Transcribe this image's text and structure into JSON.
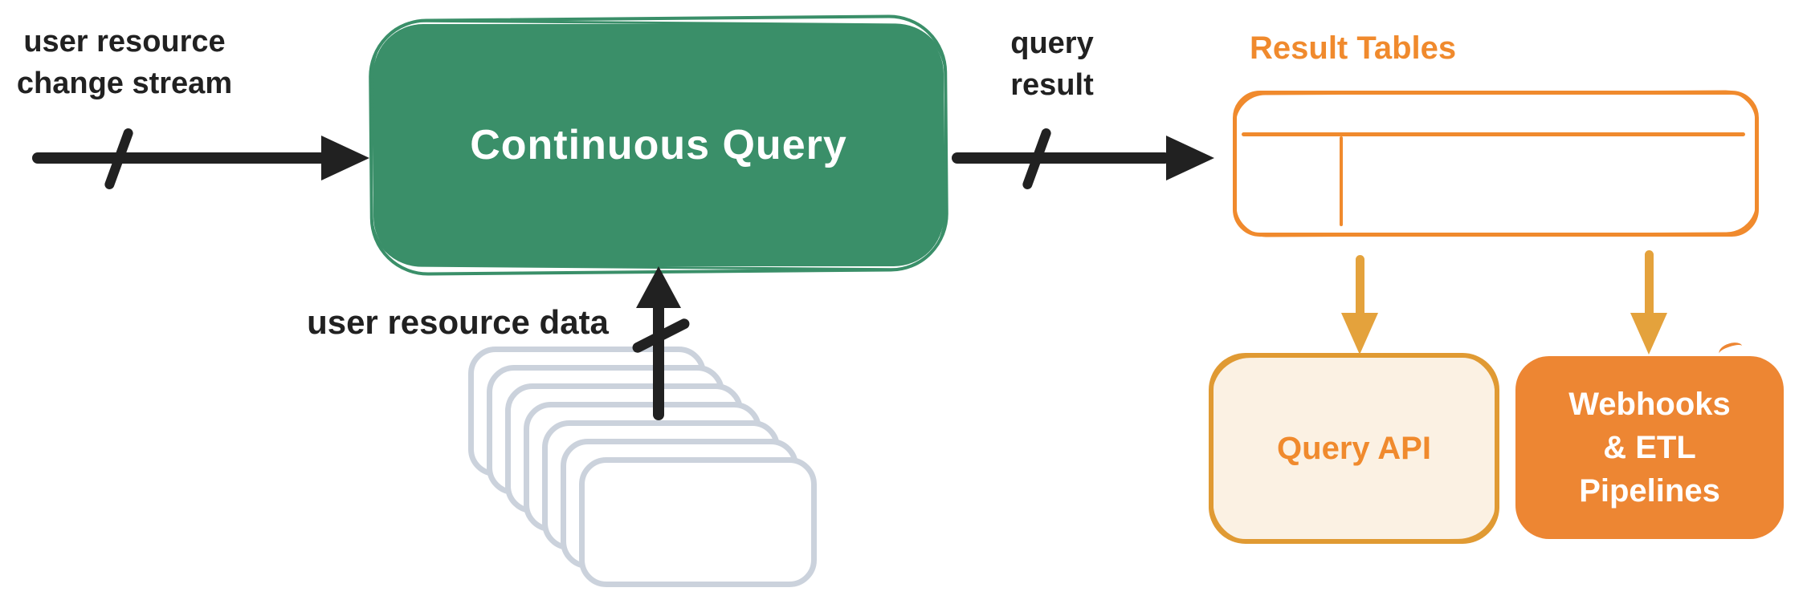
{
  "diagram_title": "",
  "colors": {
    "ink": "#212121",
    "green": "#3A8F69",
    "orange": "#F08A2D",
    "orange_deep": "#ED8633",
    "gold": "#E4A23C",
    "gold_border": "#E09A33",
    "cream": "#FBF1E3",
    "card_gray": "#CBD2DC"
  },
  "nodes": {
    "continuous_query": {
      "label": "Continuous Query",
      "shape": "rounded-box",
      "fill": "green",
      "text_color": "#FFFFFF"
    },
    "result_tables": {
      "title": "Result Tables",
      "shape": "table-sketch",
      "header_rows": 1,
      "body_columns": 2
    },
    "query_api": {
      "label": "Query API",
      "shape": "rounded-box",
      "fill": "cream",
      "text_color": "#F08A2D"
    },
    "webhooks_etl": {
      "label_lines": [
        "Webhooks",
        "& ETL",
        "Pipelines"
      ],
      "shape": "rounded-box",
      "fill": "orange",
      "text_color": "#FFFFFF"
    },
    "source_cards": {
      "style": "stacked-cards",
      "card_count": 7
    }
  },
  "edges": [
    {
      "name": "change-stream",
      "label_lines": [
        "user resource",
        "change stream"
      ],
      "arrow": "black",
      "tick": true,
      "direction": "right",
      "to": "continuous_query"
    },
    {
      "name": "query-result",
      "label_lines": [
        "query",
        "result"
      ],
      "arrow": "black",
      "tick": true,
      "direction": "right",
      "from": "continuous_query",
      "to": "result_tables"
    },
    {
      "name": "user-resource-data",
      "label_lines": [
        "user resource data"
      ],
      "arrow": "black",
      "tick": true,
      "direction": "up",
      "from": "source_cards",
      "to": "continuous_query"
    },
    {
      "name": "to-query-api",
      "label_lines": [],
      "arrow": "orange",
      "tick": false,
      "direction": "down",
      "from": "result_tables",
      "to": "query_api"
    },
    {
      "name": "to-webhooks",
      "label_lines": [],
      "arrow": "orange",
      "tick": false,
      "direction": "down",
      "from": "result_tables",
      "to": "webhooks_etl"
    }
  ]
}
